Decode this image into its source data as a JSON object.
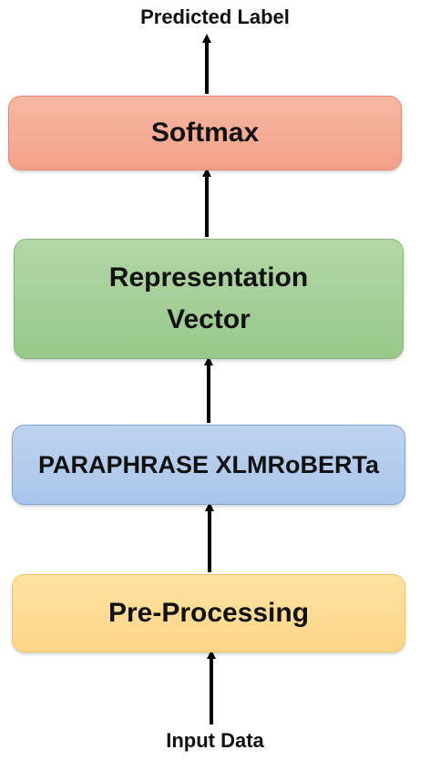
{
  "diagram": {
    "output_label": "Predicted Label",
    "input_label": "Input Data",
    "boxes": {
      "softmax": "Softmax",
      "representation_line1": "Representation",
      "representation_line2": "Vector",
      "xlmroberta": "PARAPHRASE XLMRoBERTa",
      "preprocessing": "Pre-Processing"
    },
    "colors": {
      "softmax": "#f5a88f",
      "representation": "#a4cf96",
      "xlmroberta": "#b2cbec",
      "preprocessing": "#fddb94",
      "arrow": "#000000"
    }
  }
}
